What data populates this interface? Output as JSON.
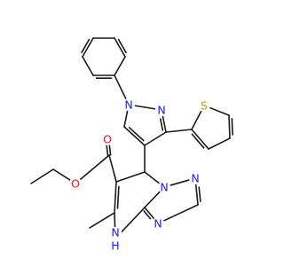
{
  "colors": {
    "bond": "#1a1a1a",
    "nitrogen": "#1a1aff",
    "oxygen": "#ff0d0d",
    "sulfur": "#b2a100",
    "background": "#ffffff"
  },
  "atom_labels": {
    "pyrazole_n1": "N",
    "pyrazole_n2": "N",
    "thiophene_s": "S",
    "ester_o_ether": "O",
    "ester_o_carbonyl": "O",
    "triazole_n_bridge": "N",
    "triazole_n2": "N",
    "triazole_n4": "N",
    "ring_nh": "N",
    "ring_nh_h": "H"
  }
}
